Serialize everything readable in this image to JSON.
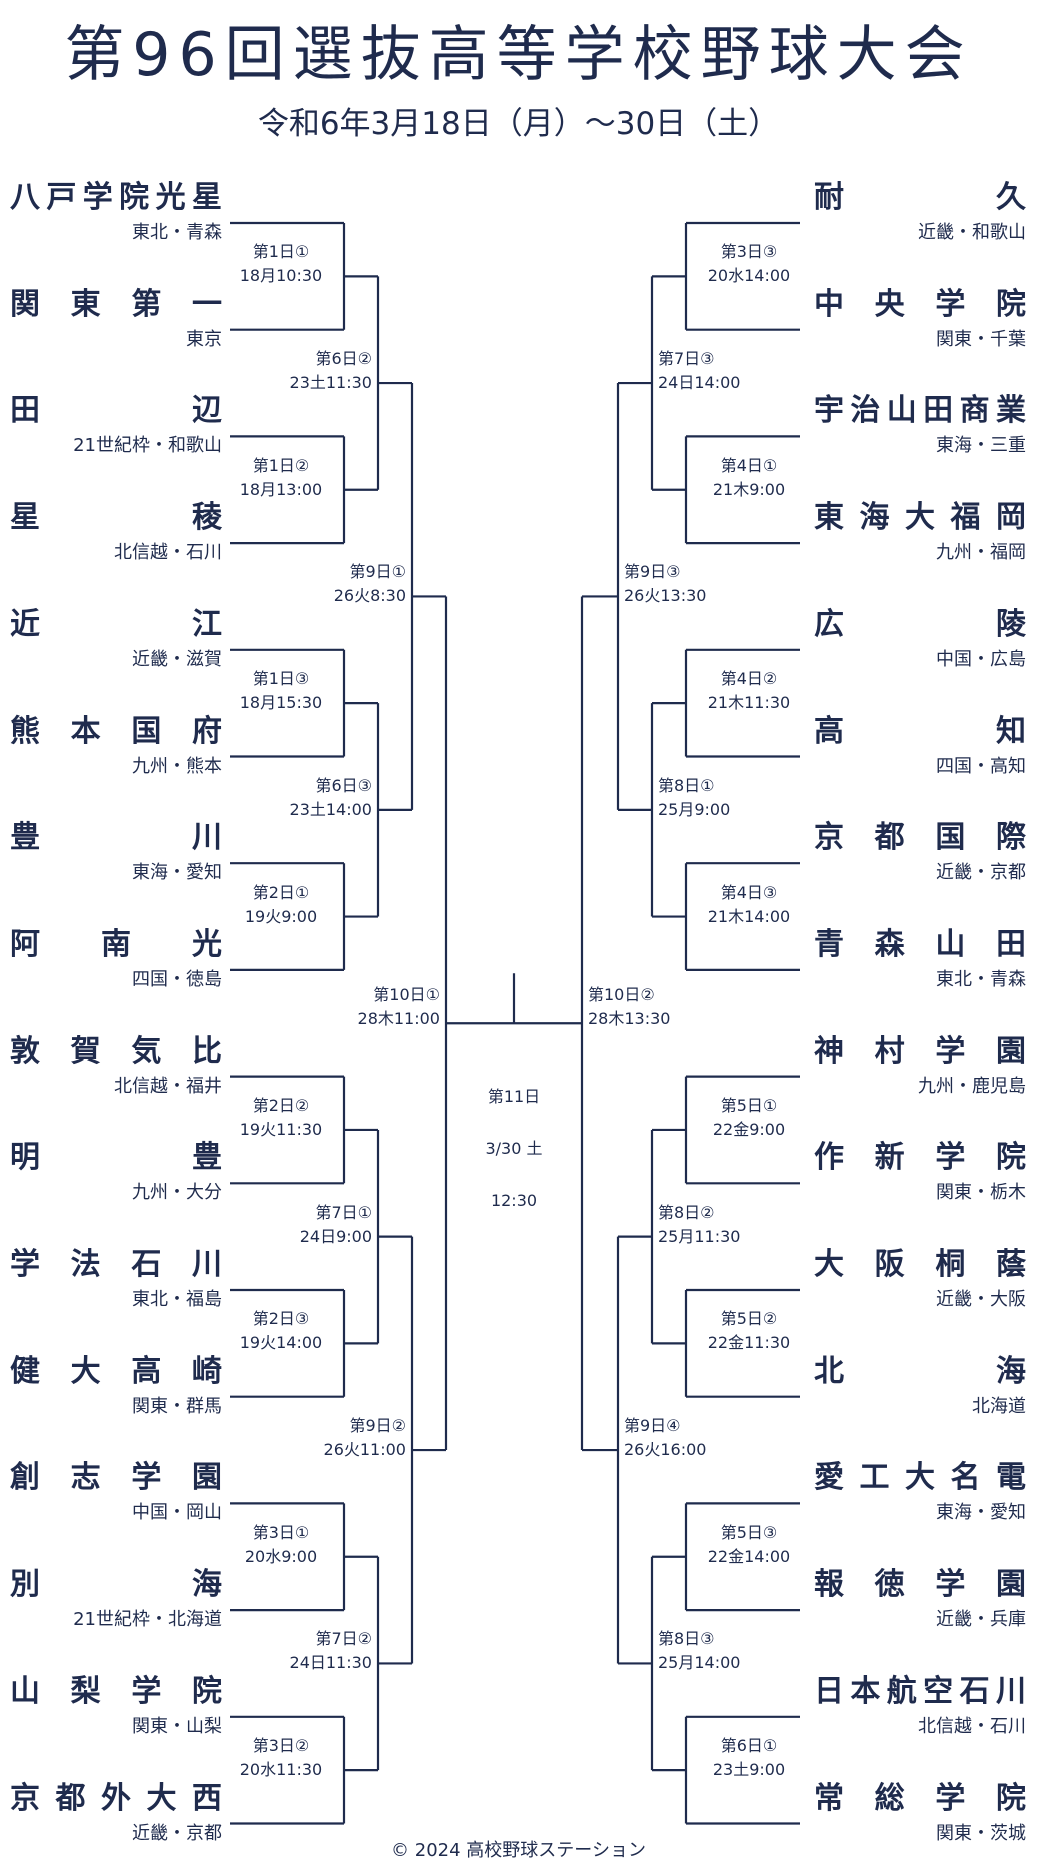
{
  "header": {
    "title": "第96回選抜高等学校野球大会",
    "subtitle": "令和6年3月18日（月）～30日（土）"
  },
  "left_teams": [
    {
      "name": "八戸学院光星",
      "region": "東北・青森"
    },
    {
      "name": "関東第一",
      "region": "東京"
    },
    {
      "name": "田辺",
      "region": "21世紀枠・和歌山"
    },
    {
      "name": "星稜",
      "region": "北信越・石川"
    },
    {
      "name": "近江",
      "region": "近畿・滋賀"
    },
    {
      "name": "熊本国府",
      "region": "九州・熊本"
    },
    {
      "name": "豊川",
      "region": "東海・愛知"
    },
    {
      "name": "阿南光",
      "region": "四国・徳島"
    },
    {
      "name": "敦賀気比",
      "region": "北信越・福井"
    },
    {
      "name": "明豊",
      "region": "九州・大分"
    },
    {
      "name": "学法石川",
      "region": "東北・福島"
    },
    {
      "name": "健大高崎",
      "region": "関東・群馬"
    },
    {
      "name": "創志学園",
      "region": "中国・岡山"
    },
    {
      "name": "別海",
      "region": "21世紀枠・北海道"
    },
    {
      "name": "山梨学院",
      "region": "関東・山梨"
    },
    {
      "name": "京都外大西",
      "region": "近畿・京都"
    }
  ],
  "right_teams": [
    {
      "name": "耐久",
      "region": "近畿・和歌山"
    },
    {
      "name": "中央学院",
      "region": "関東・千葉"
    },
    {
      "name": "宇治山田商業",
      "region": "東海・三重"
    },
    {
      "name": "東海大福岡",
      "region": "九州・福岡"
    },
    {
      "name": "広陵",
      "region": "中国・広島"
    },
    {
      "name": "高知",
      "region": "四国・高知"
    },
    {
      "name": "京都国際",
      "region": "近畿・京都"
    },
    {
      "name": "青森山田",
      "region": "東北・青森"
    },
    {
      "name": "神村学園",
      "region": "九州・鹿児島"
    },
    {
      "name": "作新学院",
      "region": "関東・栃木"
    },
    {
      "name": "大阪桐蔭",
      "region": "近畿・大阪"
    },
    {
      "name": "北海",
      "region": "北海道"
    },
    {
      "name": "愛工大名電",
      "region": "東海・愛知"
    },
    {
      "name": "報徳学園",
      "region": "近畿・兵庫"
    },
    {
      "name": "日本航空石川",
      "region": "北信越・石川"
    },
    {
      "name": "常総学院",
      "region": "関東・茨城"
    }
  ],
  "left_rounds": {
    "r1": [
      {
        "day": "第1日①",
        "time": "18月10:30"
      },
      {
        "day": "第1日②",
        "time": "18月13:00"
      },
      {
        "day": "第1日③",
        "time": "18月15:30"
      },
      {
        "day": "第2日①",
        "time": "19火9:00"
      },
      {
        "day": "第2日②",
        "time": "19火11:30"
      },
      {
        "day": "第2日③",
        "time": "19火14:00"
      },
      {
        "day": "第3日①",
        "time": "20水9:00"
      },
      {
        "day": "第3日②",
        "time": "20水11:30"
      }
    ],
    "r2": [
      {
        "day": "第6日②",
        "time": "23土11:30"
      },
      {
        "day": "第6日③",
        "time": "23土14:00"
      },
      {
        "day": "第7日①",
        "time": "24日9:00"
      },
      {
        "day": "第7日②",
        "time": "24日11:30"
      }
    ],
    "r3": [
      {
        "day": "第9日①",
        "time": "26火8:30"
      },
      {
        "day": "第9日②",
        "time": "26火11:00"
      }
    ],
    "r4": [
      {
        "day": "第10日①",
        "time": "28木11:00"
      }
    ]
  },
  "right_rounds": {
    "r1": [
      {
        "day": "第3日③",
        "time": "20水14:00"
      },
      {
        "day": "第4日①",
        "time": "21木9:00"
      },
      {
        "day": "第4日②",
        "time": "21木11:30"
      },
      {
        "day": "第4日③",
        "time": "21木14:00"
      },
      {
        "day": "第5日①",
        "time": "22金9:00"
      },
      {
        "day": "第5日②",
        "time": "22金11:30"
      },
      {
        "day": "第5日③",
        "time": "22金14:00"
      },
      {
        "day": "第6日①",
        "time": "23土9:00"
      }
    ],
    "r2": [
      {
        "day": "第7日③",
        "time": "24日14:00"
      },
      {
        "day": "第8日①",
        "time": "25月9:00"
      },
      {
        "day": "第8日②",
        "time": "25月11:30"
      },
      {
        "day": "第8日③",
        "time": "25月14:00"
      }
    ],
    "r3": [
      {
        "day": "第9日③",
        "time": "26火13:30"
      },
      {
        "day": "第9日④",
        "time": "26火16:00"
      }
    ],
    "r4": [
      {
        "day": "第10日②",
        "time": "28木13:30"
      }
    ]
  },
  "final": {
    "day": "第11日",
    "date": "3/30 土",
    "time": "12:30"
  },
  "footer": "© 2024 高校野球ステーション"
}
